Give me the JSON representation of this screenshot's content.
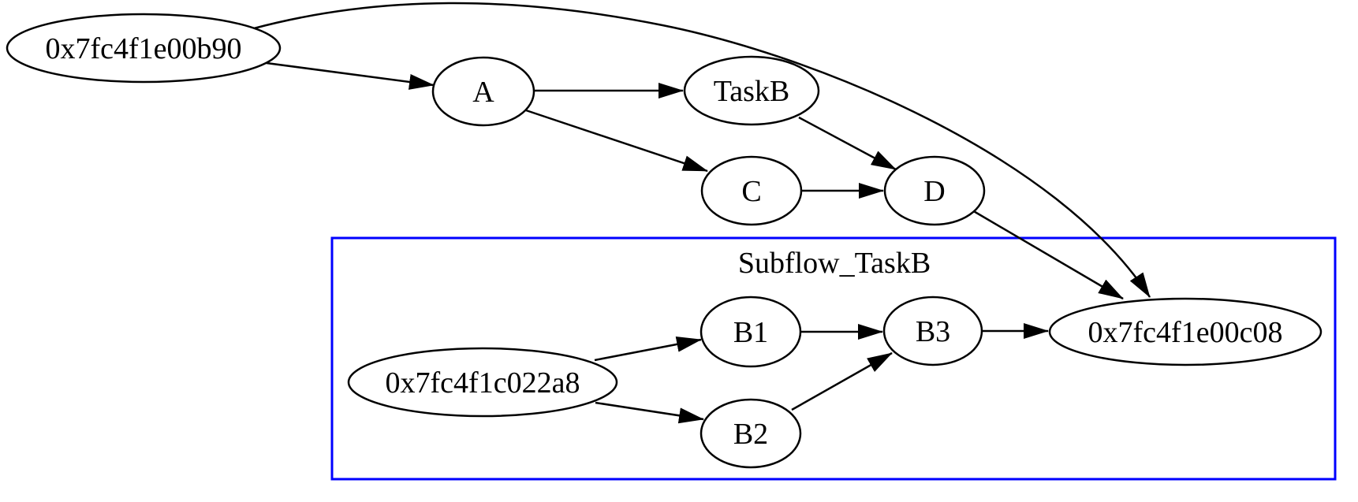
{
  "graph": {
    "type": "directed-flow-graph",
    "colors": {
      "background": "#ffffff",
      "node_stroke": "#000000",
      "edge_stroke": "#000000",
      "cluster_border": "#0000ff"
    },
    "nodes": {
      "start": {
        "label": "0x7fc4f1e00b90"
      },
      "a": {
        "label": "A"
      },
      "taskb": {
        "label": "TaskB"
      },
      "c": {
        "label": "C"
      },
      "d": {
        "label": "D"
      },
      "sub_start": {
        "label": "0x7fc4f1c022a8"
      },
      "b1": {
        "label": "B1"
      },
      "b2": {
        "label": "B2"
      },
      "b3": {
        "label": "B3"
      },
      "end": {
        "label": "0x7fc4f1e00c08"
      }
    },
    "cluster": {
      "label": "Subflow_TaskB",
      "border_color": "#0000ff",
      "members": [
        "0x7fc4f1c022a8",
        "B1",
        "B2",
        "B3",
        "0x7fc4f1e00c08"
      ]
    },
    "edges": [
      {
        "from": "0x7fc4f1e00b90",
        "to": "A"
      },
      {
        "from": "0x7fc4f1e00b90",
        "to": "0x7fc4f1e00c08"
      },
      {
        "from": "A",
        "to": "TaskB"
      },
      {
        "from": "A",
        "to": "C"
      },
      {
        "from": "TaskB",
        "to": "D"
      },
      {
        "from": "C",
        "to": "D"
      },
      {
        "from": "D",
        "to": "0x7fc4f1e00c08"
      },
      {
        "from": "0x7fc4f1c022a8",
        "to": "B1"
      },
      {
        "from": "0x7fc4f1c022a8",
        "to": "B2"
      },
      {
        "from": "B1",
        "to": "B3"
      },
      {
        "from": "B2",
        "to": "B3"
      },
      {
        "from": "B3",
        "to": "0x7fc4f1e00c08"
      }
    ]
  }
}
